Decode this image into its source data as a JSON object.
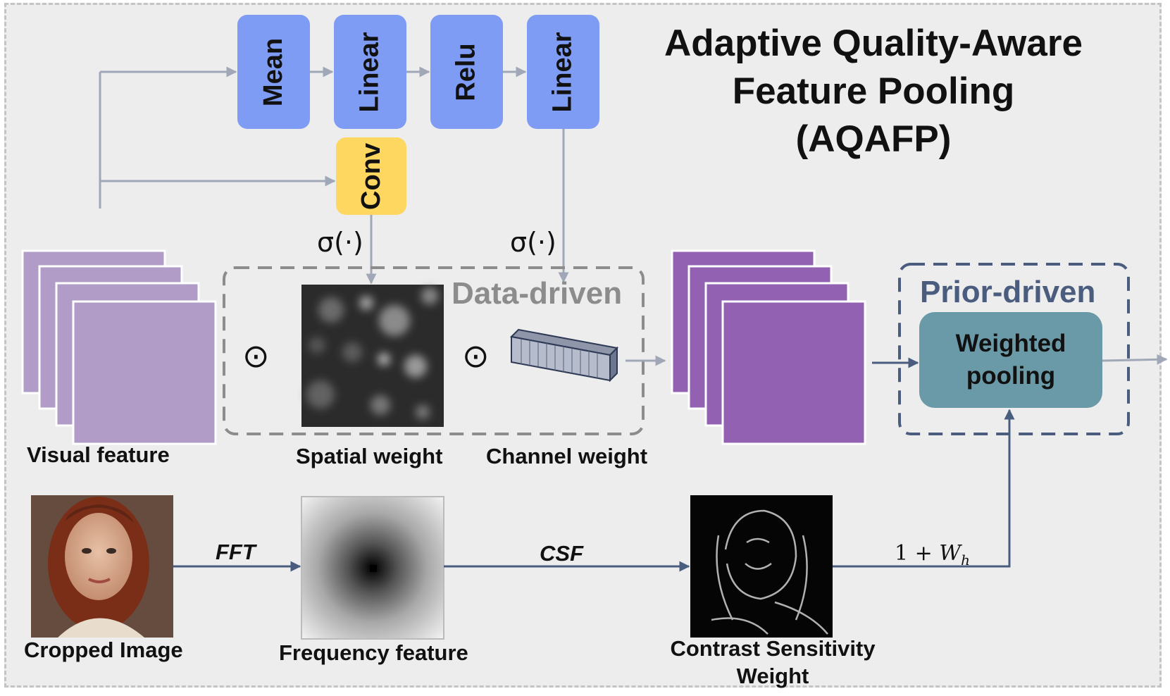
{
  "title": {
    "line1": "Adaptive Quality-Aware",
    "line2": "Feature Pooling",
    "line3": "(AQAFP)"
  },
  "blocks": {
    "mean": "Mean",
    "linear1": "Linear",
    "relu": "Relu",
    "linear2": "Linear",
    "conv": "Conv"
  },
  "sigma_left": "σ(·)",
  "sigma_right": "σ(·)",
  "hadamard": "⊙",
  "regions": {
    "data_driven": "Data-driven",
    "prior_driven": "Prior-driven"
  },
  "pooling": {
    "line1": "Weighted",
    "line2": "pooling"
  },
  "labels": {
    "visual_feature": "Visual feature",
    "spatial_weight": "Spatial weight",
    "channel_weight": "Channel weight",
    "cropped_image": "Cropped Image",
    "frequency_feature": "Frequency feature",
    "contrast_line1": "Contrast Sensitivity",
    "contrast_line2": "Weight"
  },
  "flows": {
    "fft": "FFT",
    "csf": "CSF",
    "weight_base": "1 + ",
    "weight_var": "W",
    "weight_sub": "h"
  },
  "colors": {
    "blue_block": "#7f9cf5",
    "yellow_block": "#fdd760",
    "visual_feature": "#b09cc7",
    "weighted_feature": "#9361b1",
    "pooling_block": "#6a9aa8",
    "prior_driven": "#4a5d7e",
    "data_driven": "#8c8c8c",
    "gray_arrow": "#a0a8b8",
    "dark_arrow": "#4a5d7e"
  }
}
